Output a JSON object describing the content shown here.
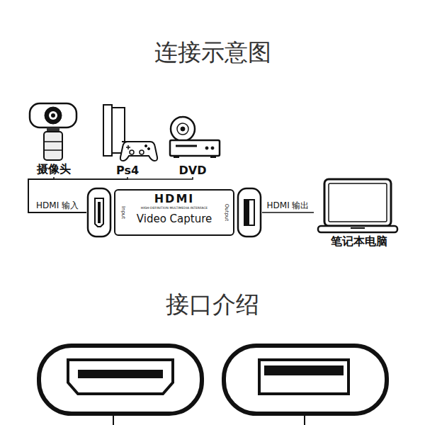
{
  "diagram": {
    "title": "连接示意图",
    "nodes": [
      {
        "text": [
          "摄像头"
        ]
      },
      {
        "text": [
          "Ps4"
        ]
      },
      {
        "text": [
          "DVD"
        ]
      },
      {
        "text": [
          "HDMI",
          "HIGH-DEFINITION MULTIMEDIA INTERFACE",
          "Video Capture",
          "Input",
          "Output"
        ]
      },
      {
        "text": [
          "笔记本电脑"
        ]
      }
    ],
    "edges": [
      {
        "from": 0,
        "to": 3,
        "arrow": "none",
        "label": "HDMI 输入"
      },
      {
        "from": 1,
        "to": 3,
        "arrow": "none"
      },
      {
        "from": 2,
        "to": 3,
        "arrow": "none"
      },
      {
        "from": 3,
        "to": 4,
        "arrow": "none",
        "label": "HDMI 输出"
      }
    ],
    "labels": [
      "接口介绍"
    ]
  }
}
